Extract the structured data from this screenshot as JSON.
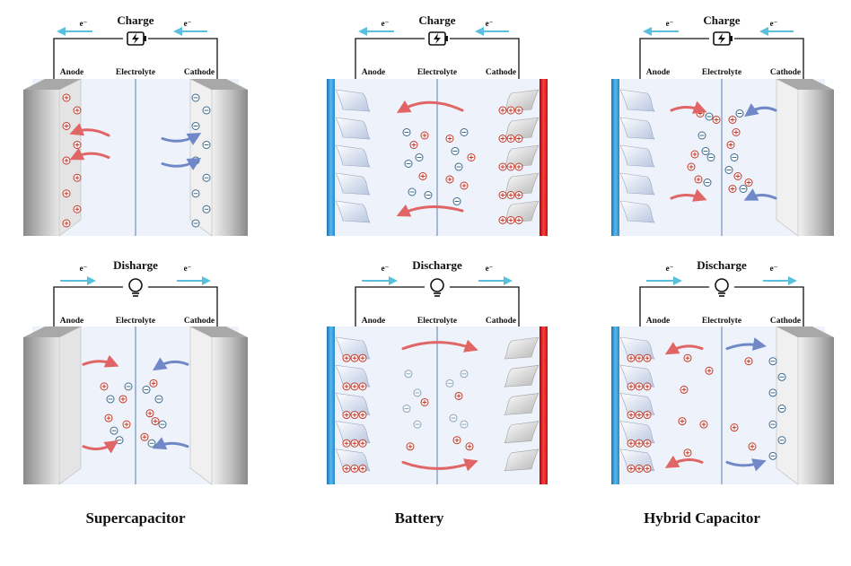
{
  "columns": [
    {
      "id": "supercapacitor",
      "caption": "Supercapacitor",
      "panels": [
        {
          "mode": "charge",
          "title": "Charge",
          "anode_label": "Anode",
          "electrolyte_label": "Electrolyte",
          "cathode_label": "Cathode",
          "electron_label": "e⁻"
        },
        {
          "mode": "discharge",
          "title": "Disharge",
          "anode_label": "Anode",
          "electrolyte_label": "Electrolyte",
          "cathode_label": "Cathode",
          "electron_label": "e⁻"
        }
      ]
    },
    {
      "id": "battery",
      "caption": "Battery",
      "panels": [
        {
          "mode": "charge",
          "title": "Charge",
          "anode_label": "Anode",
          "electrolyte_label": "Electrolyte",
          "cathode_label": "Cathode",
          "electron_label": "e⁻"
        },
        {
          "mode": "discharge",
          "title": "Discharge",
          "anode_label": "Anode",
          "electrolyte_label": "Electrolyte",
          "cathode_label": "Cathode",
          "electron_label": "e⁻"
        }
      ]
    },
    {
      "id": "hybrid",
      "caption": "Hybrid Capacitor",
      "panels": [
        {
          "mode": "charge",
          "title": "Charge",
          "anode_label": "Anode",
          "electrolyte_label": "Electrolyte",
          "cathode_label": "Cathode",
          "electron_label": "e⁻"
        },
        {
          "mode": "discharge",
          "title": "Discharge",
          "anode_label": "Anode",
          "electrolyte_label": "Electrolyte",
          "cathode_label": "Cathode",
          "electron_label": "e⁻"
        }
      ]
    }
  ],
  "colors": {
    "cation": "#c0392b",
    "anion": "#3b6a8e",
    "anode_collector": "#3a9ad9",
    "cathode_collector": "#e02020",
    "electrode_gray": "#9a9a9a",
    "electrolyte": "#eef2fa",
    "ion_arrow_red": "#e06666",
    "ion_arrow_blue": "#7088c8",
    "electron_arrow": "#5bc0de"
  },
  "icons": {
    "charge": "battery-bolt-icon",
    "discharge": "light-bulb-icon"
  }
}
